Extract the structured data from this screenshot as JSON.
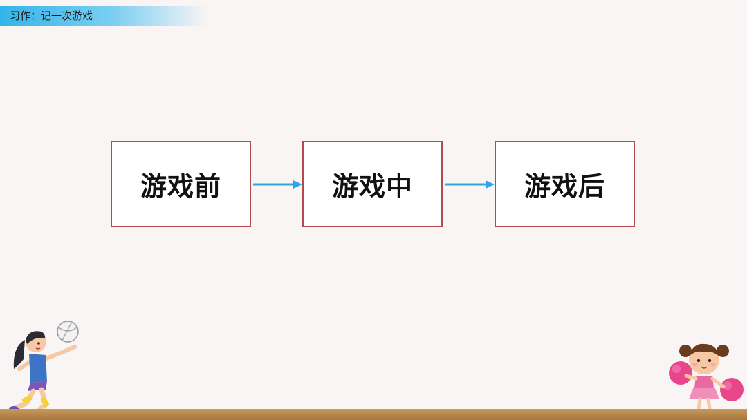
{
  "header": {
    "title": "习作：记一次游戏"
  },
  "diagram": {
    "steps": [
      {
        "label": "游戏前"
      },
      {
        "label": "游戏中"
      },
      {
        "label": "游戏后"
      }
    ]
  },
  "colors": {
    "box_border": "#b34a4e",
    "arrow": "#2ea6df",
    "banner": "#34b4e8",
    "ground": "#b07f45",
    "background": "#f9f5f4"
  },
  "icons": [
    "volleyball-girl-icon",
    "cheerleader-girl-icon"
  ]
}
